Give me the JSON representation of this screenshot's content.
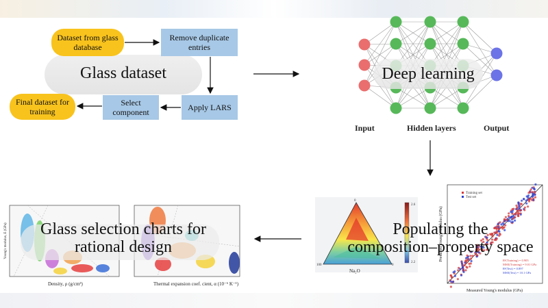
{
  "flow": {
    "dataset_box": "Dataset from glass database",
    "remove_dup_box": "Remove duplicate entries",
    "apply_lars_box": "Apply LARS",
    "select_box": "Select component",
    "final_box": "Final dataset for training",
    "glass_dataset": "Glass dataset"
  },
  "nn": {
    "title": "Deep learning",
    "input_label": "Input",
    "hidden_label": "Hidden layers",
    "output_label": "Output",
    "colors": {
      "input": "#ea6e6e",
      "hidden": "#57b85a",
      "output": "#6c73e6"
    }
  },
  "populating": {
    "line1": "Populating the",
    "line2": "composition–property space",
    "ternary_axis": "Na₂O",
    "scatter_legend": [
      "Training set",
      "Test set"
    ],
    "scatter_xlabel": "Measured Young's modulus (GPa)",
    "scatter_ylabel": "Predicted Young's modulus (GPa)",
    "scatter_stats": [
      "R²(Training) = 0.905",
      "MSE(Training) = 9.01 GPa",
      "R²(Test) = 0.897",
      "MSE(Test) = 10.1 GPa"
    ]
  },
  "selection": {
    "line1": "Glass selection charts for",
    "line2": "rational design",
    "xlabel_left": "Density, ρ (g/cm³)",
    "xlabel_right": "Thermal expansion coef. cient, α (10⁻⁶ K⁻¹)",
    "ylabel_left": "Young's modulus, E (GPa)"
  }
}
